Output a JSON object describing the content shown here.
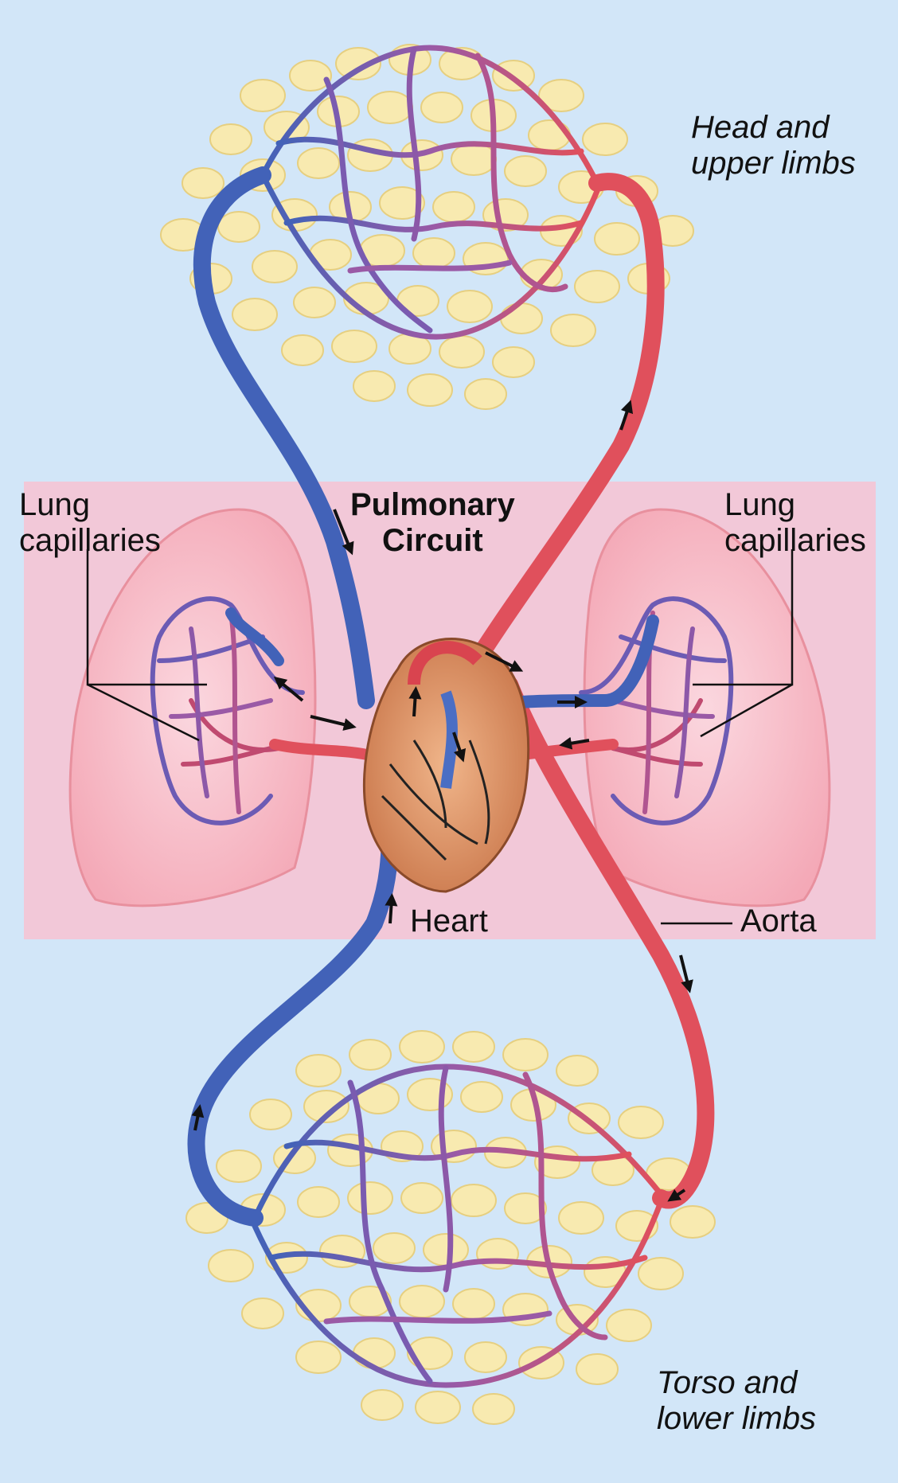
{
  "labels": {
    "head_line1": "Head and",
    "head_line2": "upper limbs",
    "lung_left_line1": "Lung",
    "lung_left_line2": "capillaries",
    "lung_right_line1": "Lung",
    "lung_right_line2": "capillaries",
    "pulmonary_line1": "Pulmonary",
    "pulmonary_line2": "Circuit",
    "heart": "Heart",
    "aorta": "Aorta",
    "torso_line1": "Torso and",
    "torso_line2": "lower limbs"
  },
  "colors": {
    "background": "#d2e6f8",
    "pulmonary_box": "#f2c8d8",
    "lung_fill": "#f6b9c4",
    "artery_red": "#e0505c",
    "vein_blue": "#4262b8",
    "cell_yellow": "#f8eab0",
    "heart": "#d98a5c"
  }
}
